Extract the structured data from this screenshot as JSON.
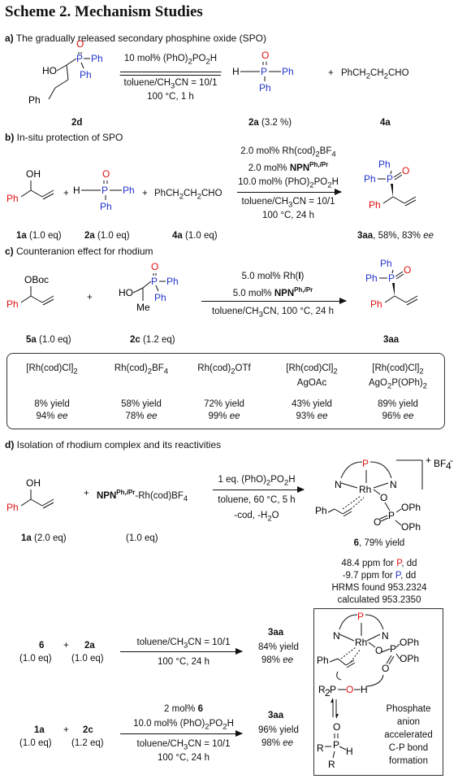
{
  "title": "Scheme 2. Mechanism Studies",
  "sections": {
    "a": {
      "letter": "a)",
      "text": " The gradually released secondary phosphine oxide (SPO)"
    },
    "b": {
      "letter": "b)",
      "text": " In-situ protection of SPO"
    },
    "c": {
      "letter": "c)",
      "text": " Counteranion effect for rhodium"
    },
    "d": {
      "letter": "d)",
      "text": " Isolation of rhodium complex and its reactivities"
    }
  },
  "a": {
    "cond1": "10 mol% (PhO)2PO2H",
    "cond2": "toluene/CH3CN = 10/1",
    "cond3": "100 °C, 1 h",
    "label_2d": "2d",
    "label_2a": "2a",
    "yield_2a": " (3.2 %)",
    "label_4a": "4a",
    "aldehyde": "PhCH2CH2CHO"
  },
  "b": {
    "cond1": "2.0 mol% Rh(cod)2BF4",
    "cond2": "2.0 mol% NPN",
    "cond2_sup": "Ph,iPr",
    "cond3": "10.0 mol% (PhO)2PO2H",
    "cond4": "toluene/CH3CN = 10/1",
    "cond5": "100 °C, 24 h",
    "aldehyde": "PhCH2CH2CHO",
    "label_1a": "1a",
    "eq_1a": " (1.0 eq)",
    "label_2a": "2a",
    "eq_2a": " (1.0 eq)",
    "label_4a": "4a",
    "eq_4a": " (1.0 eq)",
    "label_3aa": "3aa",
    "result_3aa": ", 58%, 83% ",
    "ee": "ee"
  },
  "c": {
    "cond1": "5.0 mol% Rh(I)",
    "cond2": "5.0 mol% NPN",
    "cond2_sup": "Ph,iPr",
    "cond3": "toluene/CH3CN, 100 °C, 24 h",
    "label_5a": "5a",
    "eq_5a": " (1.0 eq)",
    "label_2c": "2c",
    "eq_2c": " (1.2 eq)",
    "label_3aa": "3aa",
    "table": [
      {
        "cat": "[Rh(cod)Cl]2",
        "add": "",
        "yield": "8% yield",
        "ee": "94%"
      },
      {
        "cat": "Rh(cod)2BF4",
        "add": "",
        "yield": "58% yield",
        "ee": "78%"
      },
      {
        "cat": "Rh(cod)2OTf",
        "add": "",
        "yield": "72% yield",
        "ee": "99%"
      },
      {
        "cat": "[Rh(cod)Cl]2",
        "add": "AgOAc",
        "yield": "43% yield",
        "ee": "93%"
      },
      {
        "cat": "[Rh(cod)Cl]2",
        "add": "AgO2P(OPh)2",
        "yield": "89% yield",
        "ee": "96%"
      }
    ],
    "ee": "ee"
  },
  "d": {
    "reagent_npn": "NPN",
    "reagent_sup": "Ph,iPr",
    "reagent_rest": "-Rh(cod)BF4",
    "cond1": "1 eq. (PhO)2PO2H",
    "cond2": "toluene, 60 °C, 5 h",
    "cond3": "-cod, -H2O",
    "label_1a": "1a",
    "eq_1a": " (2.0 eq)",
    "eq_npn": "(1.0 eq)",
    "label_6": "6",
    "yield_6": ", 79% yield",
    "nmr1": "48.4 ppm for ",
    "nmr2": "-9.7 ppm for ",
    "nmr_p": "P",
    "nmr_dd": ", dd",
    "hrms1": "HRMS found 953.2324",
    "hrms2": "calculated 953.2350",
    "charge": "BF4-",
    "r1_a": "6",
    "r1_b": "2a",
    "r1_eqa": "(1.0 eq)",
    "r1_eqb": "(1.0 eq)",
    "r1_cond1": "toluene/CH3CN = 10/1",
    "r1_cond2": "100 °C, 24 h",
    "r1_prod": "3aa",
    "r1_yield": "84% yield",
    "r1_ee": "98% ",
    "r2_a": "1a",
    "r2_b": "2c",
    "r2_eqa": "(1.0 eq)",
    "r2_eqb": "(1.2 eq)",
    "r2_cond1": "2 mol% 6",
    "r2_cond2": "10.0 mol% (PhO)2PO2H",
    "r2_cond3": "toluene/CH3CN = 10/1",
    "r2_cond4": "100 °C, 24 h",
    "r2_prod": "3aa",
    "r2_yield": "96% yield",
    "r2_ee": "98% ",
    "ee": "ee",
    "mech_text1": "Phosphate",
    "mech_text2": "anion",
    "mech_text3": "accelerated",
    "mech_text4": "C-P bond",
    "mech_text5": "formation"
  }
}
